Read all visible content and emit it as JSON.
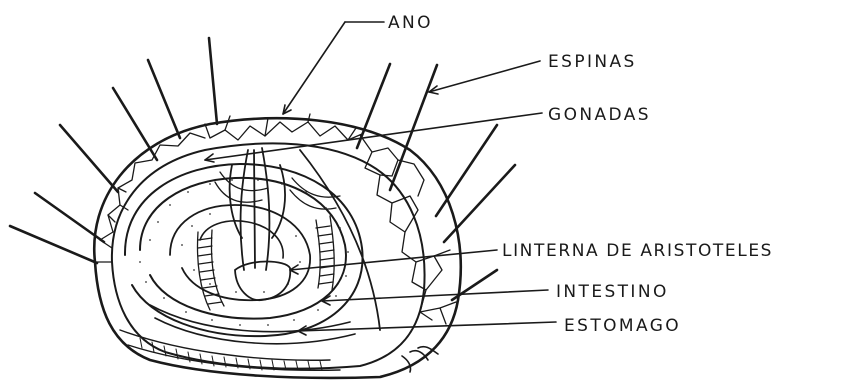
{
  "labels": {
    "ano": "ANO",
    "espinas": "ESPINAS",
    "gonadas": "GONADAS",
    "linterna": "LINTERNA DE ARISTOTELES",
    "intestino": "INTESTINO",
    "estomago": "ESTOMAGO"
  }
}
